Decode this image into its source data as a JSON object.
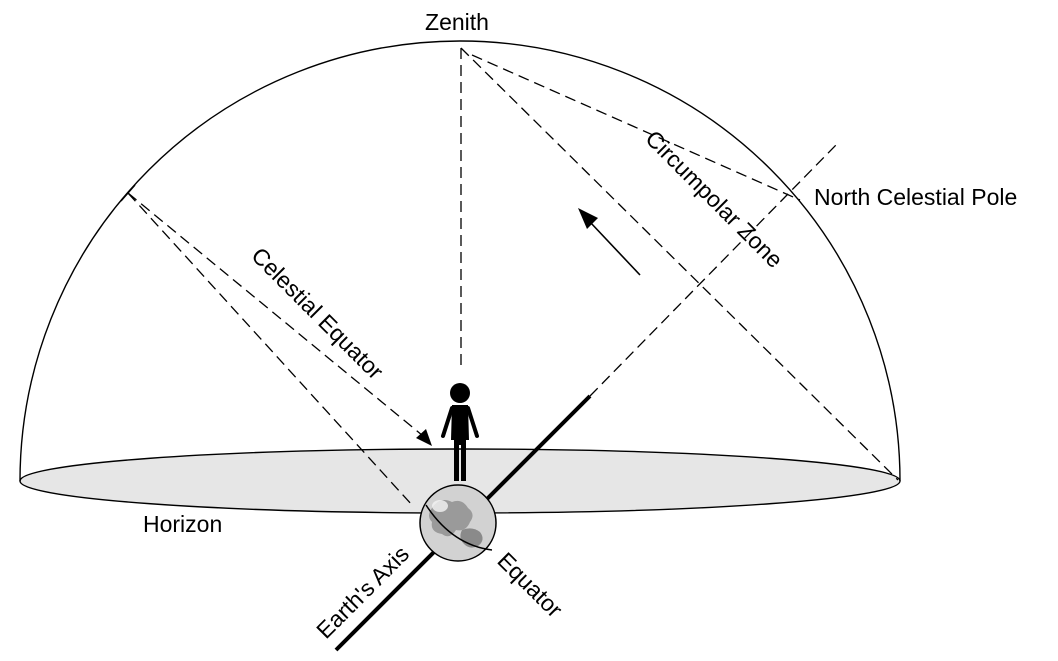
{
  "labels": {
    "zenith": "Zenith",
    "north_celestial_pole": "North Celestial Pole",
    "circumpolar_zone": "Circumpolar Zone",
    "celestial_equator": "Celestial Equator",
    "horizon": "Horizon",
    "earths_axis": "Earth's Axis",
    "equator": "Equator"
  },
  "colors": {
    "line": "#000000",
    "horizon_fill": "#e6e6e6",
    "earth_fill": "#d2d2d2",
    "land_fill": "#9a9a9a"
  }
}
